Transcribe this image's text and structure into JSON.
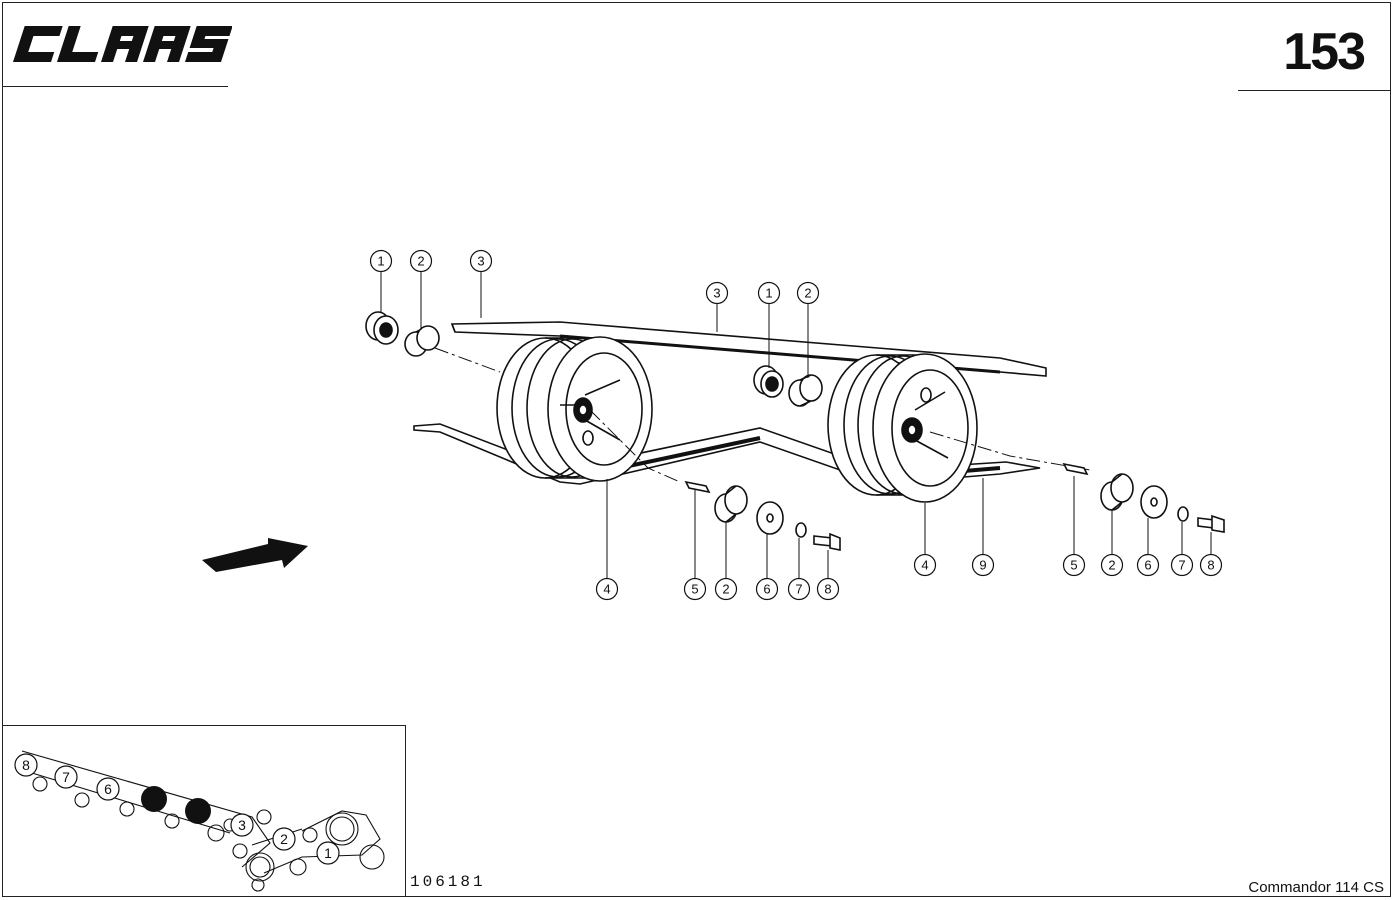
{
  "header": {
    "brand": "CLAAS",
    "page_number": "153"
  },
  "footer": {
    "drawing_id": "106181",
    "model": "Commandor 114 CS"
  },
  "callouts": {
    "left_top": [
      "1",
      "2",
      "3"
    ],
    "right_top": [
      "3",
      "1",
      "2"
    ],
    "left_bottom": [
      "4",
      "5",
      "2",
      "6",
      "7",
      "8"
    ],
    "right_bottom": [
      "4",
      "9",
      "5",
      "2",
      "6",
      "7",
      "8"
    ]
  },
  "inset": {
    "labels": [
      "8",
      "7",
      "6",
      "3",
      "2",
      "1"
    ]
  }
}
